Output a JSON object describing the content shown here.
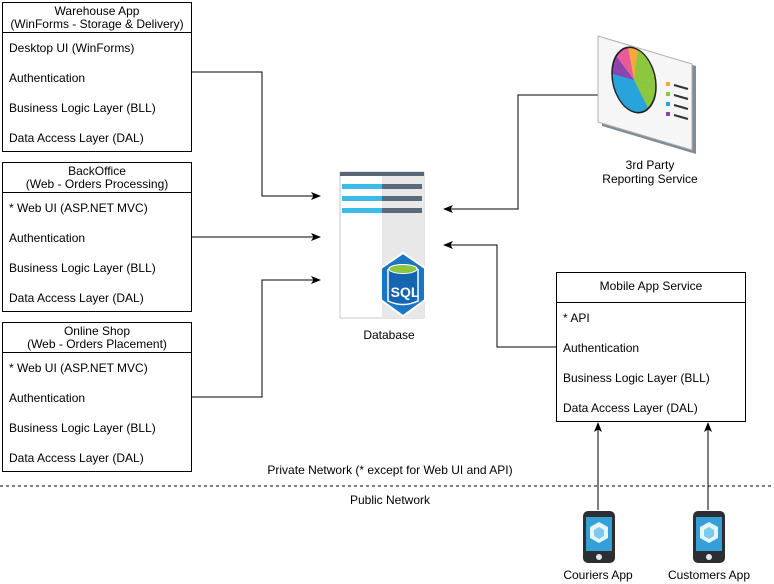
{
  "warehouse": {
    "title1": "Warehouse App",
    "title2": "(WinForms - Storage & Delivery)",
    "rows": [
      "Desktop UI (WinForms)",
      "Authentication",
      "Business Logic Layer (BLL)",
      "Data Access Layer (DAL)"
    ]
  },
  "backoffice": {
    "title1": "BackOffice",
    "title2": "(Web - Orders Processing)",
    "rows": [
      "* Web UI (ASP.NET MVC)",
      "Authentication",
      "Business Logic Layer (BLL)",
      "Data Access Layer (DAL)"
    ]
  },
  "shop": {
    "title1": "Online Shop",
    "title2": "(Web - Orders Placement)",
    "rows": [
      "* Web UI (ASP.NET MVC)",
      "Authentication",
      "Business Logic Layer (BLL)",
      "Data Access Layer (DAL)"
    ]
  },
  "mobile": {
    "title": "Mobile App Service",
    "rows": [
      "* API",
      "Authentication",
      "Business Logic Layer (BLL)",
      "Data Access Layer (DAL)"
    ]
  },
  "database": {
    "label": "Database",
    "badge": "SQL"
  },
  "reporting": {
    "line1": "3rd Party",
    "line2": "Reporting Service"
  },
  "network": {
    "private": "Private Network (* except for Web UI and API)",
    "public": "Public Network"
  },
  "couriers": {
    "label": "Couriers App"
  },
  "customers": {
    "label": "Customers App"
  },
  "colors": {
    "db_stripe": "#3bbbe8",
    "db_body": "#e8e8e8",
    "sql_hex": "#1976c4",
    "pie_blue": "#28a3dc",
    "pie_green": "#8dc63f",
    "pie_orange": "#f3a93b",
    "pie_purple": "#8e44ad",
    "pie_pink": "#e85b9b",
    "phone_screen": "#35a0d8"
  }
}
